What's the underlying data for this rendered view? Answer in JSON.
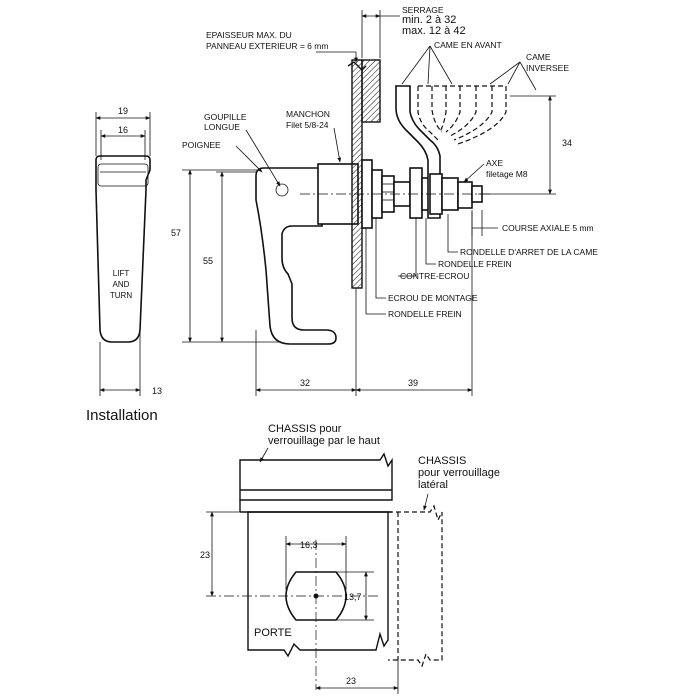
{
  "front_view": {
    "dim_width_top": "19",
    "dim_width_inner": "16",
    "dim_height": "57",
    "dim_thickness": "13",
    "handle_text_line1": "LIFT",
    "handle_text_line2": "AND",
    "handle_text_line3": "TURN"
  },
  "side_view": {
    "label_goupille_1": "GOUPILLE",
    "label_goupille_2": "LONGUE",
    "label_poignee": "POIGNEE",
    "label_manchon_1": "MANCHON",
    "label_manchon_2": "Filet 5/8-24",
    "label_epaisseur_1": "EPAISSEUR MAX. DU",
    "label_epaisseur_2": "PANNEAU EXTERIEUR = 6 mm",
    "label_serrage_1": "SERRAGE",
    "label_serrage_2": "min. 2 à 32",
    "label_serrage_3": "max. 12 à 42",
    "label_came_avant": "CAME EN AVANT",
    "label_came_inversee_1": "CAME",
    "label_came_inversee_2": "INVERSEE",
    "label_axe_1": "AXE",
    "label_axe_2": "filetage M8",
    "label_course": "COURSE AXIALE 5 mm",
    "label_rondelle_arret": "RONDELLE D'ARRET DE LA CAME",
    "label_rondelle_frein_1": "RONDELLE FREIN",
    "label_contre_ecrou": "CONTRE-ECROU",
    "label_ecrou_montage": "ECROU DE MONTAGE",
    "label_rondelle_frein_2": "RONDELLE FREIN",
    "dim_55": "55",
    "dim_34": "34",
    "dim_32": "32",
    "dim_39": "39"
  },
  "installation": {
    "title": "Installation",
    "label_chassis_haut_1": "CHASSIS pour",
    "label_chassis_haut_2": "verrouillage par le haut",
    "label_chassis_lat_1": "CHASSIS",
    "label_chassis_lat_2": "pour verrouillage",
    "label_chassis_lat_3": "latéral",
    "label_porte": "PORTE",
    "dim_23_vertical": "23",
    "dim_23_horizontal": "23",
    "dim_hole_width": "16,3",
    "dim_hole_height": "13,7"
  }
}
